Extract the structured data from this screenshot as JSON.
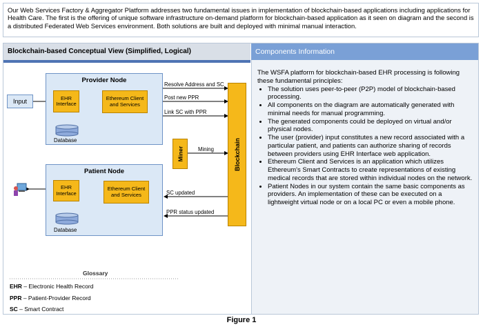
{
  "intro": "Our Web Services Factory & Aggregator Platform  addresses two fundamental  issues in implementation of blockchain-based applications including applications for Health Care. The first is the offering of unique software infrastructure on-demand platform for blockchain-based application as it seen on diagram and the second is a distributed Federated Web Services environment.  Both solutions are built and deployed with minimal manual interaction.",
  "left_panel": {
    "title": "Blockchain-based Conceptual View (Simplified, Logical)"
  },
  "right_panel": {
    "title": "Components  Information",
    "lead": "The WSFA platform for blockchain-based EHR processing is following these fundamental principles:",
    "bullets": [
      "The solution uses peer-to-peer (P2P) model of blockchain-based processing.",
      "All components on the diagram are automatically generated with minimal needs for manual programming.",
      "The generated components could be deployed on virtual and/or physical nodes.",
      "The user (provider) input constitutes a new record associated with  a particular patient, and patients can authorize sharing of records between providers using EHR Interface web application.",
      "Ethereum Client and Services is an application which utilizes Ethereum's Smart Contracts to create representations of existing medical records that are stored within individual nodes on the network.",
      "Patient Nodes in our system contain the same basic components as providers. An implementation of these can be executed on a lightweight virtual node or on a local PC or even a mobile phone."
    ]
  },
  "diagram": {
    "input": "Input",
    "provider_node": {
      "title": "Provider Node",
      "ehr": "EHR Interface",
      "ethereum": "Ethereum Client and Services",
      "database": "Database"
    },
    "patient_node": {
      "title": "Patient Node",
      "ehr": "EHR Interface",
      "ethereum": "Ethereum Client and Services",
      "database": "Database"
    },
    "miner": "Miner",
    "blockchain": "Blockchain",
    "arrows": {
      "resolve": "Resolve Address and SC",
      "post": "Post new PPR",
      "link": "Link SC with PPR",
      "mining": "Mining",
      "sc_updated": "SC updated",
      "ppr_updated": "PPR status updated"
    }
  },
  "glossary": {
    "title": "Glossary",
    "items": [
      {
        "term": "EHR",
        "def": " – Electronic Health Record"
      },
      {
        "term": "PPR",
        "def": " – Patient-Provider Record"
      },
      {
        "term": "SC",
        "def": " – Smart Contract"
      }
    ]
  },
  "caption": "Figure 1"
}
